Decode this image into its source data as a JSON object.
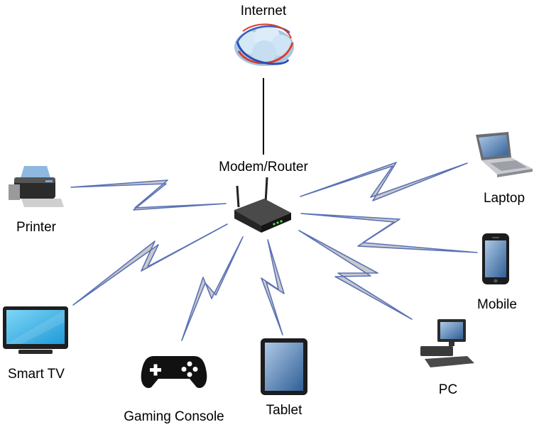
{
  "diagram": {
    "nodes": {
      "internet": {
        "label": "Internet",
        "icon": "cloud-globe-icon"
      },
      "router": {
        "label": "Modem/Router",
        "icon": "wireless-router-icon"
      },
      "printer": {
        "label": "Printer",
        "icon": "printer-icon"
      },
      "laptop": {
        "label": "Laptop",
        "icon": "laptop-icon"
      },
      "mobile": {
        "label": "Mobile",
        "icon": "smartphone-icon"
      },
      "smart_tv": {
        "label": "Smart TV",
        "icon": "tv-icon"
      },
      "gaming_console": {
        "label": "Gaming Console",
        "icon": "gamepad-icon"
      },
      "tablet": {
        "label": "Tablet",
        "icon": "tablet-icon"
      },
      "pc": {
        "label": "PC",
        "icon": "desktop-pc-icon"
      }
    },
    "edges": [
      {
        "from": "internet",
        "to": "router",
        "kind": "wired"
      },
      {
        "from": "router",
        "to": "printer",
        "kind": "wireless"
      },
      {
        "from": "router",
        "to": "laptop",
        "kind": "wireless"
      },
      {
        "from": "router",
        "to": "mobile",
        "kind": "wireless"
      },
      {
        "from": "router",
        "to": "smart_tv",
        "kind": "wireless"
      },
      {
        "from": "router",
        "to": "gaming_console",
        "kind": "wireless"
      },
      {
        "from": "router",
        "to": "tablet",
        "kind": "wireless"
      },
      {
        "from": "router",
        "to": "pc",
        "kind": "wireless"
      }
    ],
    "colors": {
      "bolt_fill": "#c9c9cb",
      "bolt_stroke": "#5b72b5",
      "wire": "#000000"
    }
  }
}
